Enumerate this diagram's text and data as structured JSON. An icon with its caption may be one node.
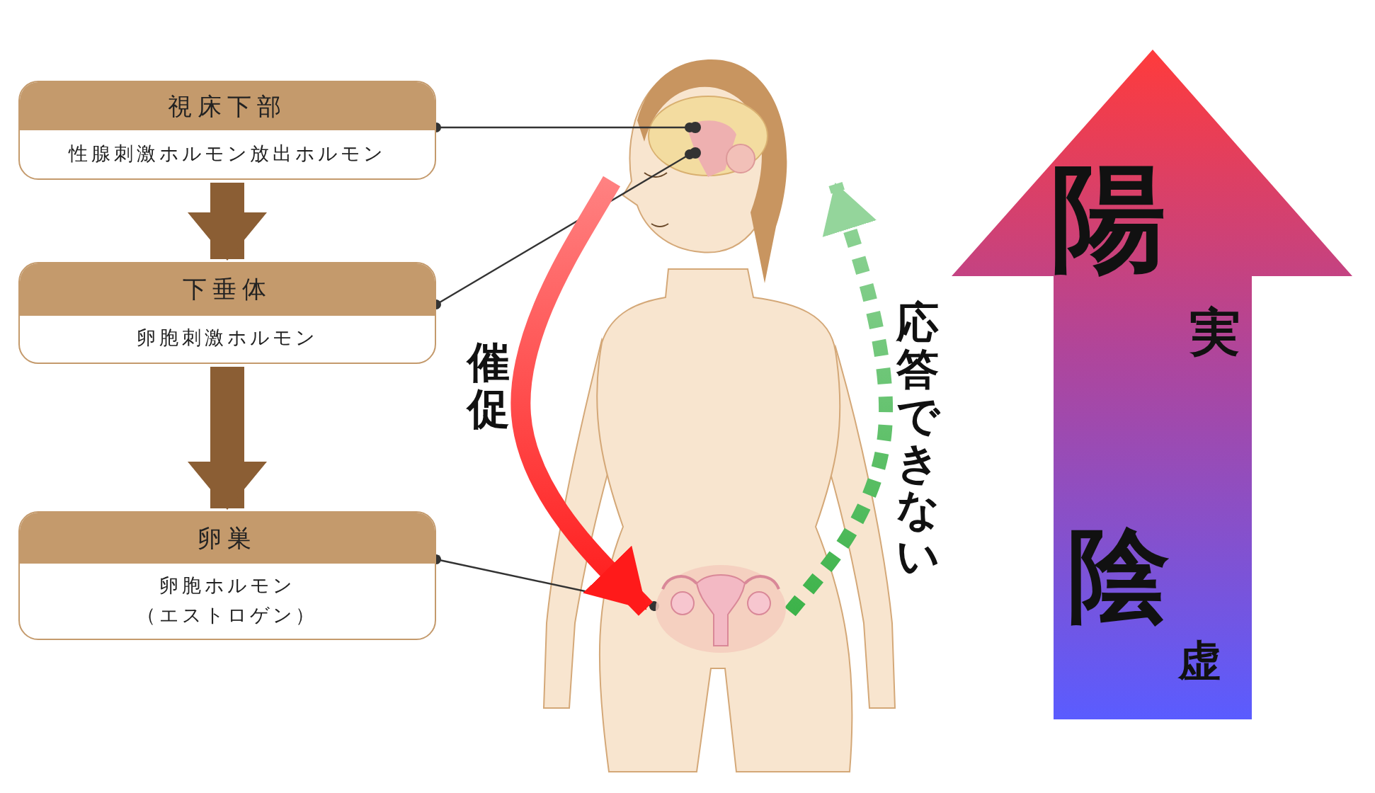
{
  "diagram": {
    "nodes": [
      {
        "text": [
          "視床下部",
          "性腺刺激ホルモン放出ホルモン"
        ]
      },
      {
        "text": [
          "下垂体",
          "卵胞刺激ホルモン"
        ]
      },
      {
        "text": [
          "卵巣",
          "卵胞ホルモン（エストロゲン）"
        ]
      },
      {
        "text": [],
        "shape": "circle"
      },
      {
        "text": [],
        "shape": "circle"
      },
      {
        "text": [],
        "shape": "picture"
      },
      {
        "text": [
          "陽",
          "実",
          "陰",
          "虚"
        ]
      }
    ],
    "edges": [
      {
        "from": 0,
        "to": 1,
        "arrow": "to",
        "style": "thick",
        "color": "#8b5e34"
      },
      {
        "from": 1,
        "to": 2,
        "arrow": "to",
        "style": "thick",
        "color": "#8b5e34"
      },
      {
        "from": 0,
        "to": 3,
        "arrow": "other"
      },
      {
        "from": 1,
        "to": 4,
        "arrow": "other"
      },
      {
        "from": 2,
        "to": 5,
        "arrow": "other"
      },
      {
        "from": null,
        "to": 5,
        "arrow": "to",
        "label": "催促",
        "style": "thick",
        "color": "#ff1a1a"
      },
      {
        "from": 5,
        "to": null,
        "arrow": "to",
        "label": "応答できない",
        "style": "dashed",
        "color": "#3db34a"
      }
    ]
  }
}
